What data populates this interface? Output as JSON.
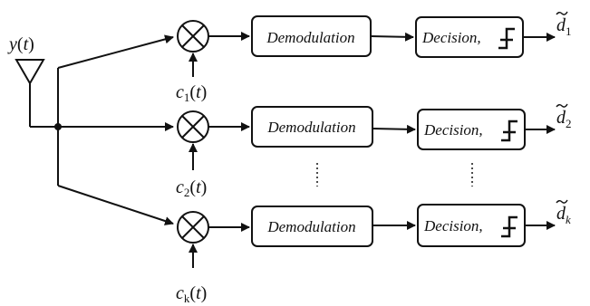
{
  "input_signal": {
    "name": "y",
    "arg": "t"
  },
  "codes": [
    {
      "base": "c",
      "sub": "1",
      "arg": "t"
    },
    {
      "base": "c",
      "sub": "2",
      "arg": "t"
    },
    {
      "base": "c",
      "sub": "k",
      "arg": "t"
    }
  ],
  "branches": [
    {
      "demod_label": "Demodulation",
      "decision_label": "Decision,",
      "output": {
        "base": "d",
        "sub": "1"
      }
    },
    {
      "demod_label": "Demodulation",
      "decision_label": "Decision,",
      "output": {
        "base": "d",
        "sub": "2"
      }
    },
    {
      "demod_label": "Demodulation",
      "decision_label": "Decision,",
      "output": {
        "base": "d",
        "sub": "k"
      }
    }
  ],
  "colors": {
    "stroke": "#111111",
    "background": "#ffffff"
  }
}
